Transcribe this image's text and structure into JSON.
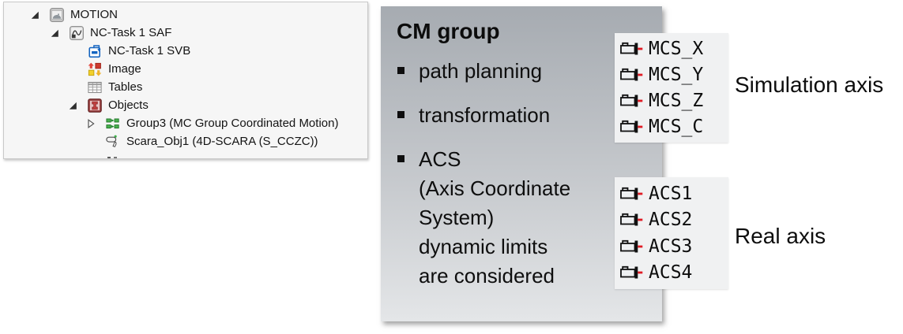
{
  "colors": {
    "cm_box_gradient_top": "#a6abb1",
    "cm_box_gradient_bottom": "#e4e6e8",
    "axis_icon_red": "#e01b24",
    "tree_panel_bg": "#f6f6f6",
    "group_icon_green": "#49b04f",
    "svb_icon_blue": "#1464c0"
  },
  "tree": {
    "rows": [
      {
        "label": "MOTION",
        "icon": "motion-icon",
        "expander": "expanded"
      },
      {
        "label": "NC-Task 1 SAF",
        "icon": "nc-task-saf-icon",
        "expander": "expanded"
      },
      {
        "label": "NC-Task 1 SVB",
        "icon": "nc-task-svb-icon",
        "expander": "none"
      },
      {
        "label": "Image",
        "icon": "image-icon",
        "expander": "none"
      },
      {
        "label": "Tables",
        "icon": "tables-icon",
        "expander": "none"
      },
      {
        "label": "Objects",
        "icon": "objects-icon",
        "expander": "expanded"
      },
      {
        "label": "Group3 (MC Group Coordinated Motion)",
        "icon": "group-icon",
        "expander": "collapsed"
      },
      {
        "label": "Scara_Obj1 (4D-SCARA (S_CCZC))",
        "icon": "scara-icon",
        "expander": "none"
      }
    ]
  },
  "cm_box": {
    "title": "CM group",
    "bullets": [
      {
        "lines": [
          "path planning"
        ]
      },
      {
        "lines": [
          "transformation"
        ]
      },
      {
        "lines": [
          "ACS",
          "(Axis Coordinate",
          "System)",
          "dynamic limits",
          "are considered"
        ]
      }
    ]
  },
  "axis_panels": [
    {
      "caption": "Simulation axis",
      "items": [
        "MCS_X",
        "MCS_Y",
        "MCS_Z",
        "MCS_C"
      ]
    },
    {
      "caption": "Real axis",
      "items": [
        "ACS1",
        "ACS2",
        "ACS3",
        "ACS4"
      ]
    }
  ]
}
